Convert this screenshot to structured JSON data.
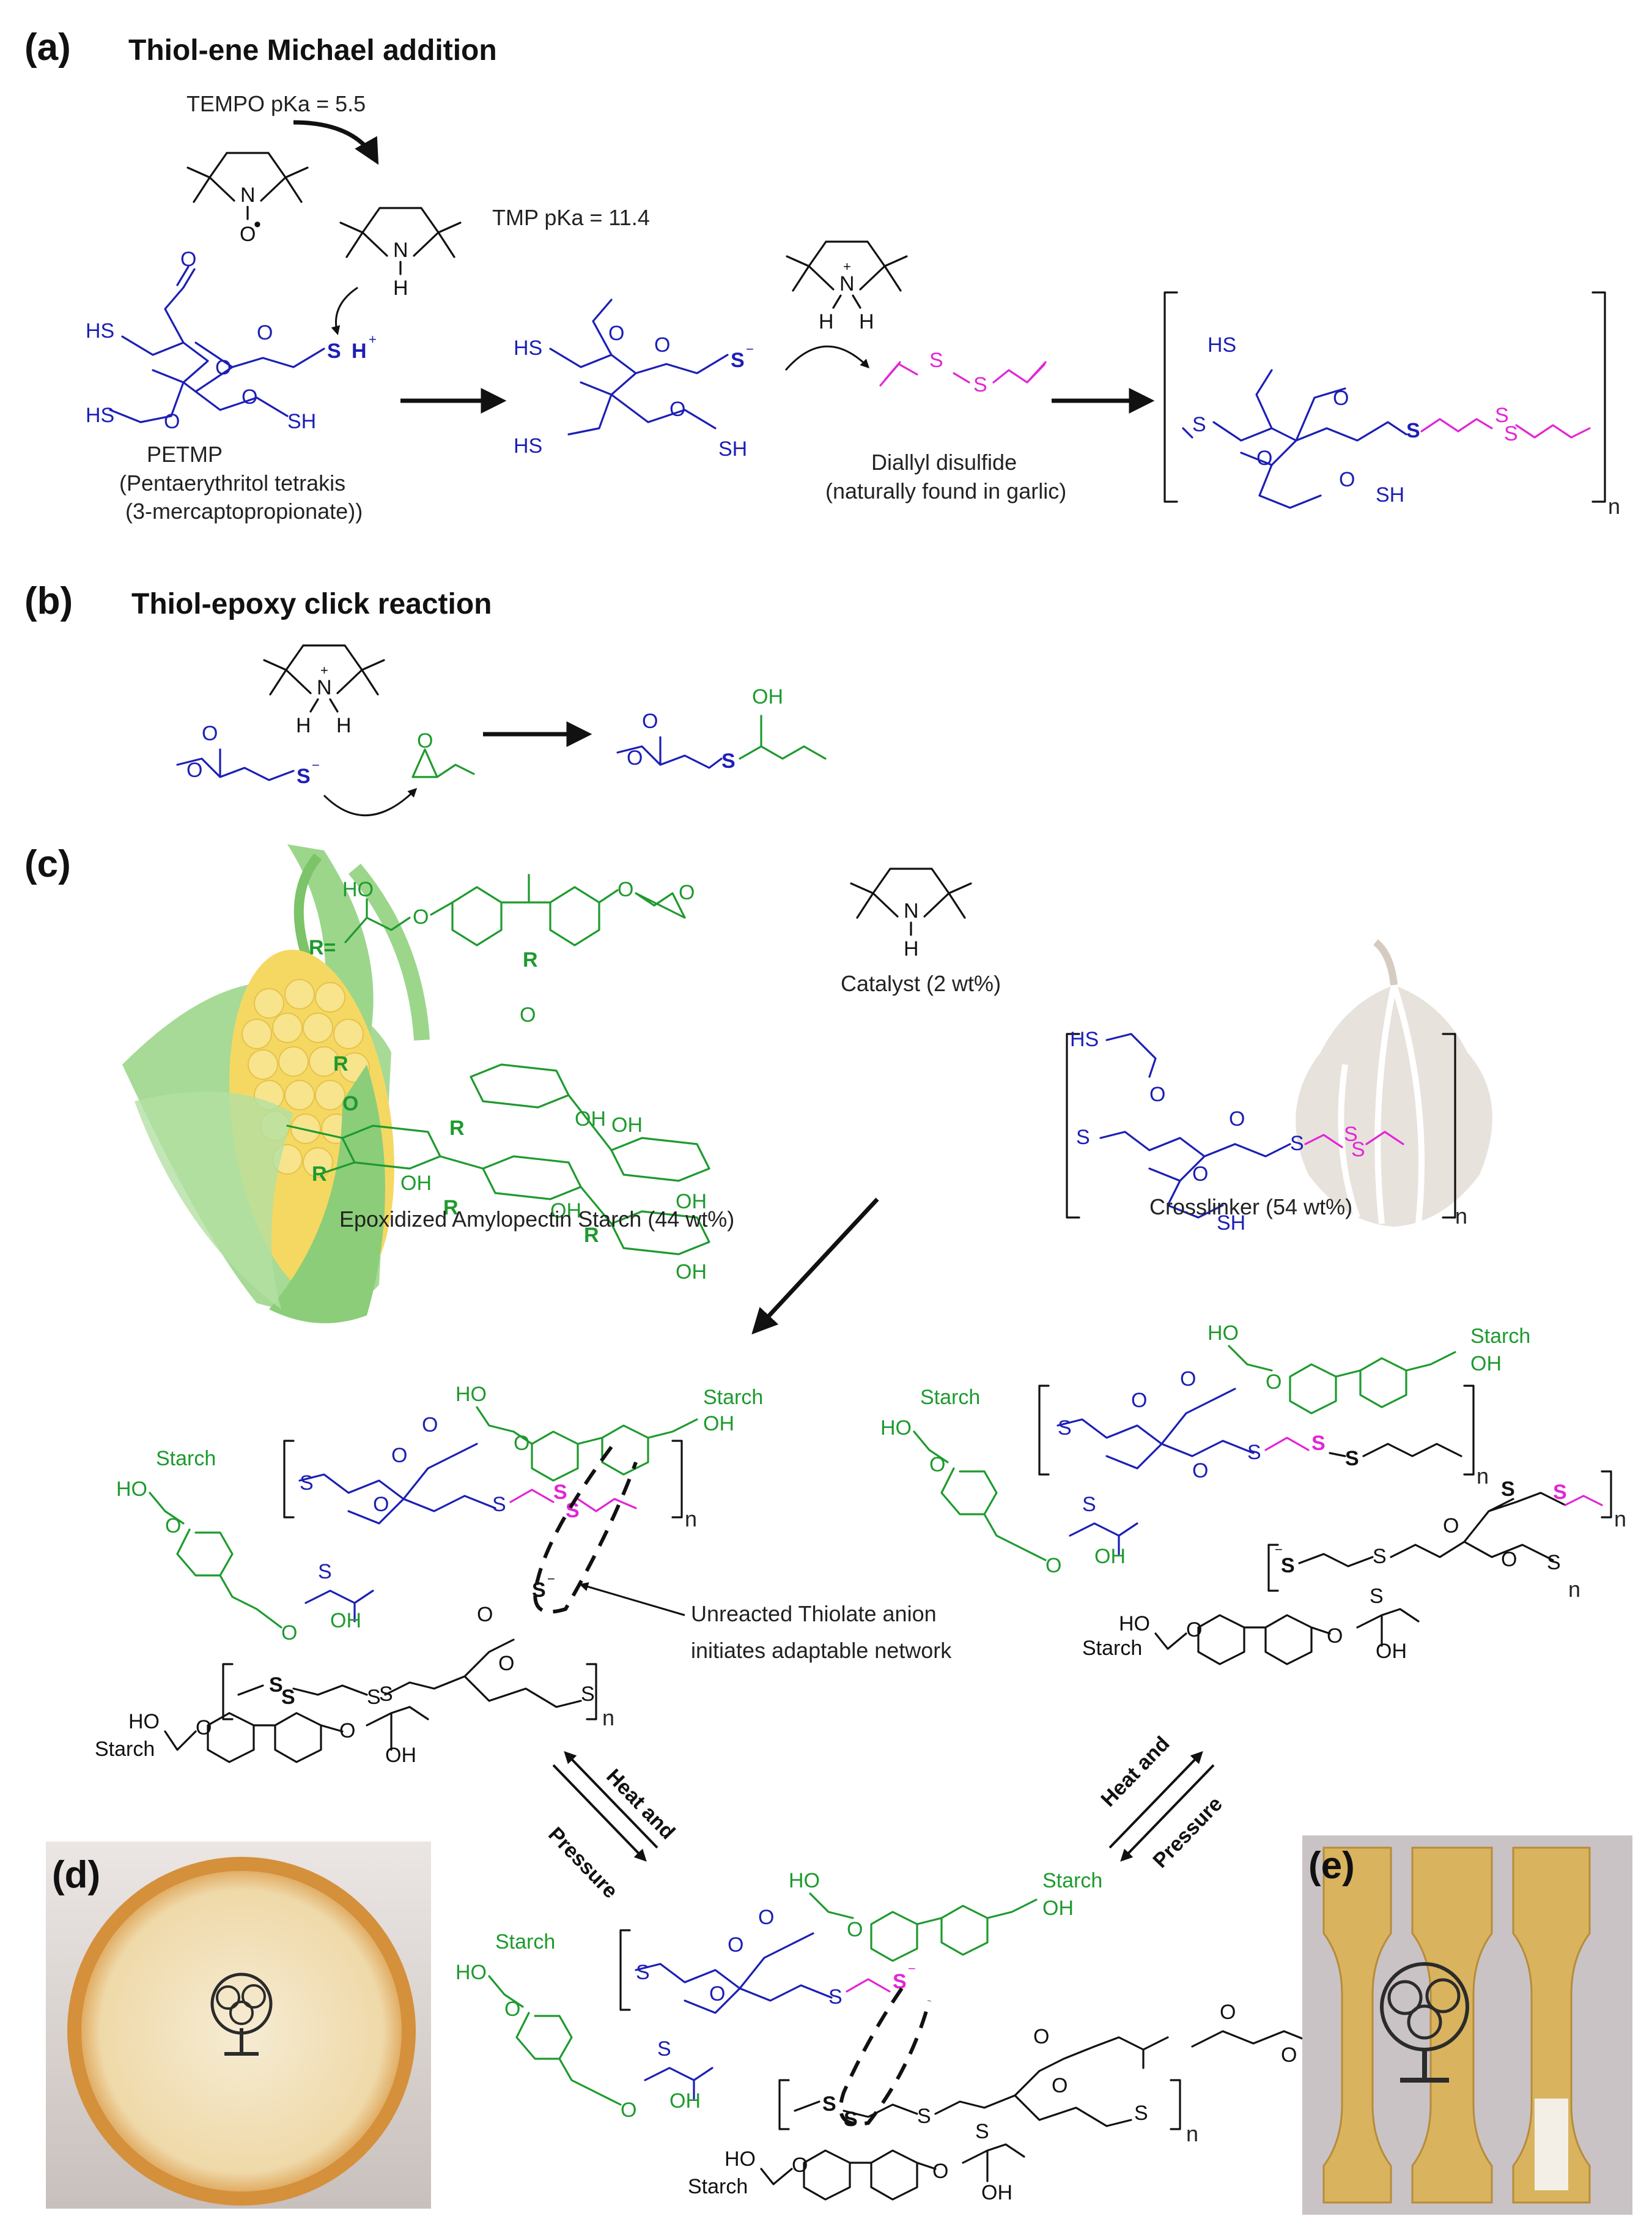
{
  "panels": {
    "a": "(a)",
    "b": "(b)",
    "c": "(c)",
    "d": "(d)",
    "e": "(e)"
  },
  "titles": {
    "a": "Thiol-ene Michael addition",
    "b": "Thiol-epoxy click reaction"
  },
  "labels": {
    "tempo": "TEMPO pKa = 5.5",
    "tmp": "TMP pKa = 11.4",
    "petmp": "PETMP",
    "petmp_full1": "(Pentaerythritol tetrakis",
    "petmp_full2": "(3-mercaptopropionate))",
    "diallyl1": "Diallyl disulfide",
    "diallyl2": "(naturally found in garlic)",
    "catalyst": "Catalyst (2 wt%)",
    "starch_caption": "Epoxidized Amylopectin Starch (44 wt%)",
    "crosslinker": "Crosslinker  (54 wt%)",
    "unreacted1": "Unreacted Thiolate anion",
    "unreacted2": "initiates adaptable network",
    "heat_and": "Heat and",
    "pressure": "Pressure",
    "n": "n"
  },
  "atoms": {
    "N": "N",
    "H": "H",
    "O": "O",
    "S": "S",
    "HS": "HS",
    "SH": "SH",
    "HO": "HO",
    "OH": "OH",
    "R": "R",
    "Req": "R=",
    "Starch": "Starch",
    "plus": "+",
    "minus": "−",
    "radical": "•"
  },
  "colors": {
    "thiol_blue": "#1c1fb5",
    "starch_green": "#1e9a2e",
    "disulfide_magenta": "#e226d6",
    "corn_yellow": "#f5d862",
    "corn_leaf": "#9cd68b",
    "garlic": "#e8e2dc",
    "film_amber": "#d9a64a"
  },
  "icons": [
    "corn-icon",
    "garlic-icon",
    "tree-logo-icon"
  ]
}
